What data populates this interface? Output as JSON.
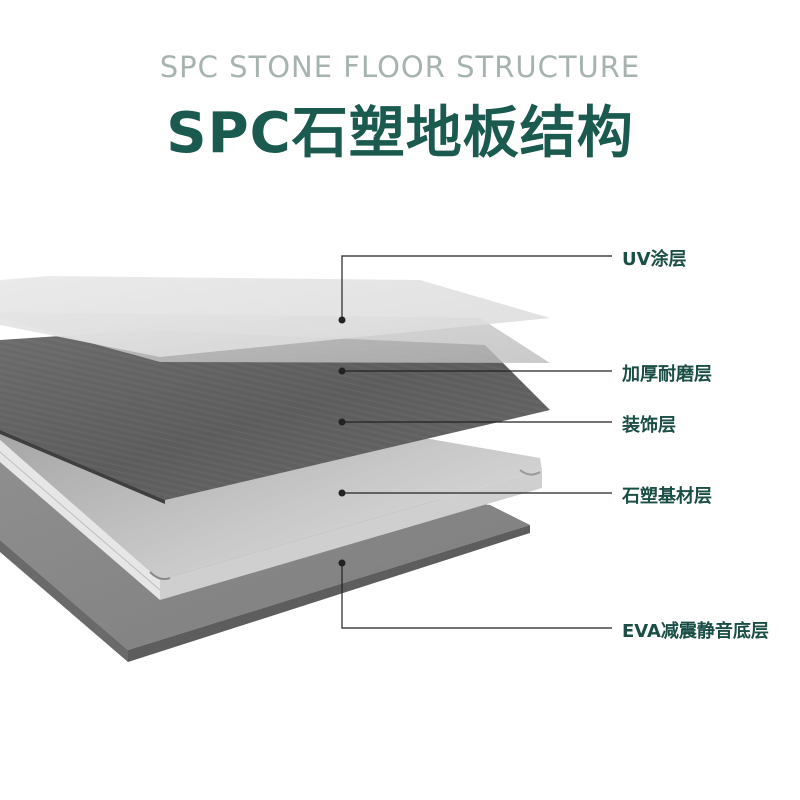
{
  "header": {
    "subtitle": "SPC STONE FLOOR STRUCTURE",
    "title": "SPC石塑地板结构"
  },
  "layers": [
    {
      "id": "uv",
      "label": "UV涂层"
    },
    {
      "id": "wear",
      "label": "加厚耐磨层"
    },
    {
      "id": "decor",
      "label": "装饰层"
    },
    {
      "id": "core",
      "label": "石塑基材层"
    },
    {
      "id": "eva",
      "label": "EVA减震静音底层"
    }
  ],
  "colors": {
    "title": "#1b5a4f",
    "subtitle": "#a7b3b1",
    "label": "#1b4f46",
    "leader": "#222222"
  }
}
